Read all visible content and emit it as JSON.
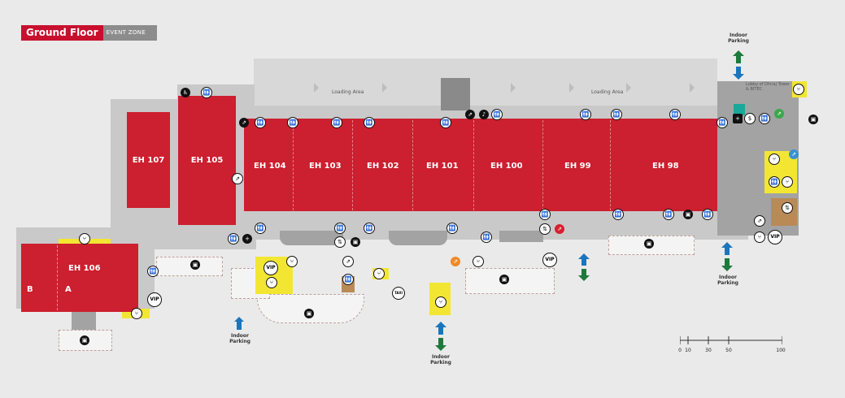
{
  "title": {
    "main": "Ground Floor",
    "sub": "EVENT ZONE"
  },
  "halls": [
    "EH 107",
    "EH 105",
    "EH 104",
    "EH 103",
    "EH 102",
    "EH 101",
    "EH 100",
    "EH 99",
    "EH 98",
    "EH 106"
  ],
  "hall_106_sections": [
    "B",
    "A"
  ],
  "loading_areas": [
    "Loading Area",
    "Loading Area"
  ],
  "lobby": {
    "line1": "Lobby of Dhiraj Tower",
    "line2": "& BITEC"
  },
  "parking": {
    "label_line1": "Indoor",
    "label_line2": "Parking",
    "in": "IN",
    "out": "OUT"
  },
  "taxi": "TAXI",
  "vip": "VIP",
  "scale": {
    "ticks": [
      "0",
      "10",
      "30",
      "50",
      "100"
    ]
  },
  "icons": {
    "restroom": "restroom-icon",
    "restaurant": "restaurant-icon",
    "first_aid": "first-aid-icon",
    "atm": "atm-icon",
    "escalator": "escalator-icon",
    "elevator": "elevator-icon",
    "car": "car-icon",
    "vip": "vip-icon"
  },
  "colors": {
    "hall": "#cc1f2f",
    "title": "#c8102e",
    "food_area": "#f2e633",
    "in_arrow": "#1b75bc",
    "out_arrow": "#1e7a3c"
  }
}
